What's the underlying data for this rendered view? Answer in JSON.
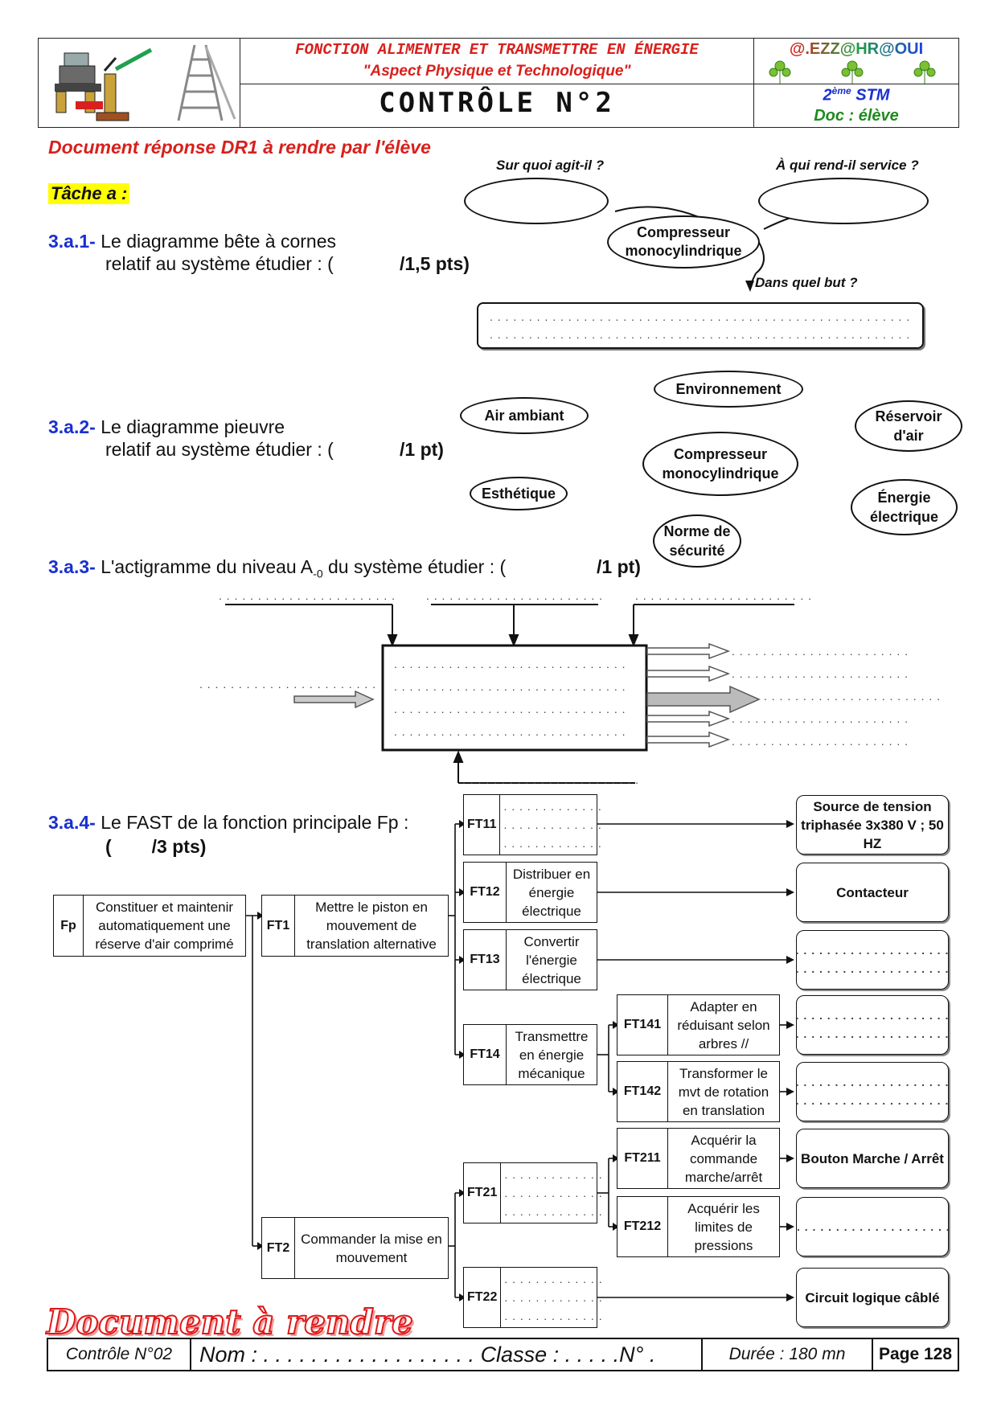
{
  "header": {
    "title_line1": "FONCTION ALIMENTER ET TRANSMETTRE EN ÉNERGIE",
    "title_line2": "\"Aspect Physique et Technologique\"",
    "controle": "CONTRÔLE N°2",
    "author": "@.EZZ@HR@OUI",
    "class_prefix": "2",
    "class_sup": "ème",
    "class_suffix": " STM",
    "doc": "Doc : élève"
  },
  "doc_title": "Document réponse DR1 à rendre par l'élève",
  "task": "Tâche a :",
  "q1": {
    "num": "3.a.1-",
    "line1": "Le diagramme bête à cornes",
    "line2": "relatif au système étudier : (",
    "points": "/1,5 pts)"
  },
  "bete": {
    "q_left": "Sur quoi agit-il ?",
    "q_right": "À qui rend-il service ?",
    "center": "Compresseur monocylindrique",
    "q_but": "Dans quel but ?",
    "dots": ". . . . . . . . . . . . . . . . . . . . . . . . . . . . . . . . . . . . . . . . . . . . . . . . . . . . . . . . . . . . . . . . . . . . . . ."
  },
  "q2": {
    "num": "3.a.2-",
    "line1": "Le diagramme pieuvre",
    "line2": "relatif au système étudier : (",
    "points": "/1 pt)"
  },
  "pieuvre": {
    "environnement": "Environnement",
    "air": "Air ambiant",
    "reservoir": "Réservoir d'air",
    "compresseur": "Compresseur monocylindrique",
    "esthetique": "Esthétique",
    "energie": "Énergie électrique",
    "norme": "Norme de sécurité"
  },
  "q3": {
    "num": "3.a.3-",
    "text_before": "L'actigramme du niveau A",
    "sub": "-0",
    "text_after": " du système étudier : (",
    "points": "/1 pt)"
  },
  "acti": {
    "dots": ". . . . . . . . . . . . . . . . . . . . . . . . . . . . . ."
  },
  "q4": {
    "num": "3.a.4-",
    "line1": "Le FAST de la fonction principale Fp :",
    "line2_open": "(",
    "points": "/3 pts)"
  },
  "fast": {
    "fp": {
      "label": "Fp",
      "text": "Constituer et maintenir automatiquement une réserve d'air comprimé"
    },
    "ft1": {
      "label": "FT1",
      "text": "Mettre le piston en mouvement de translation alternative"
    },
    "ft2": {
      "label": "FT2",
      "text": "Commander la mise en mouvement"
    },
    "ft11": {
      "label": "FT11",
      "text": ""
    },
    "ft12": {
      "label": "FT12",
      "text": "Distribuer en énergie électrique"
    },
    "ft13": {
      "label": "FT13",
      "text": "Convertir l'énergie électrique"
    },
    "ft14": {
      "label": "FT14",
      "text": "Transmettre en énergie mécanique"
    },
    "ft141": {
      "label": "FT141",
      "text": "Adapter en réduisant selon arbres //"
    },
    "ft142": {
      "label": "FT142",
      "text": "Transformer le mvt de rotation en translation"
    },
    "ft21": {
      "label": "FT21",
      "text": ""
    },
    "ft211": {
      "label": "FT211",
      "text": "Acquérir la commande marche/arrêt"
    },
    "ft212": {
      "label": "FT212",
      "text": "Acquérir les limites de pressions"
    },
    "ft22": {
      "label": "FT22",
      "text": ""
    },
    "s_ft11": "Source de tension triphasée 3x380 V ; 50 HZ",
    "s_ft12": "Contacteur",
    "s_ft211": "Bouton Marche / Arrêt",
    "s_ft22": "Circuit logique câblé",
    "dots_short": ". . . . . . . . . . . . .",
    "dots_med": ". . . . . . . . . . . . . . . . . . . ."
  },
  "stamp": "Document à rendre",
  "footer": {
    "controle": "Contrôle N°02",
    "nom": "Nom : . . . . . . . . . . . . . . . . . . Classe : . . . . .N° .",
    "duree": "Durée : 180 mn",
    "page": "Page 128"
  }
}
